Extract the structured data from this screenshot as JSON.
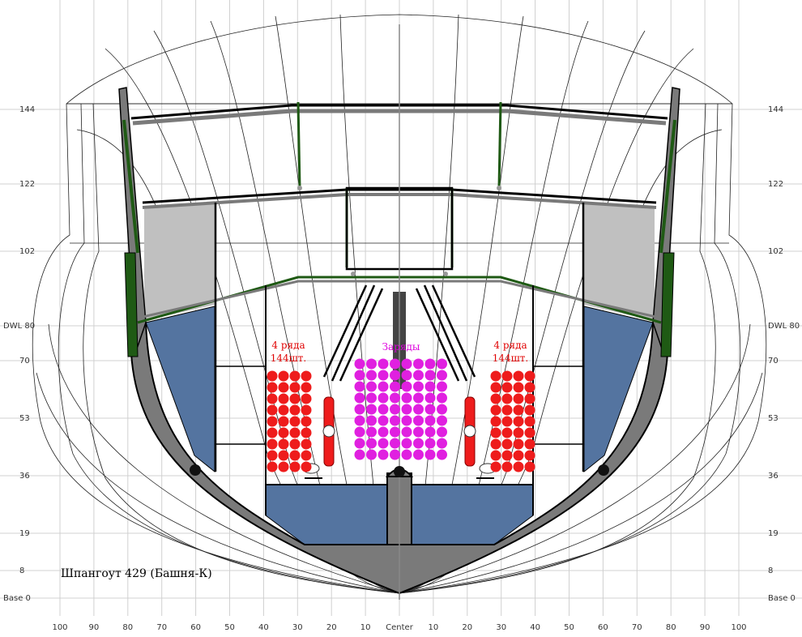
{
  "caption": "Шпангоут 429 (Башня-К)",
  "labels": {
    "left_magazine_line1": "4 ряда",
    "left_magazine_line2": "144шт.",
    "right_magazine_line1": "4 ряда",
    "right_magazine_line2": "144шт.",
    "charges": "Заряды"
  },
  "vertical_scale": [
    {
      "text": "144",
      "v": 144
    },
    {
      "text": "122",
      "v": 122
    },
    {
      "text": "102",
      "v": 102
    },
    {
      "text": "DWL 80",
      "v": 80
    },
    {
      "text": "70",
      "v": 70
    },
    {
      "text": "53",
      "v": 53
    },
    {
      "text": "36",
      "v": 36
    },
    {
      "text": "19",
      "v": 19
    },
    {
      "text": "8",
      "v": 8
    },
    {
      "text": "Base 0",
      "v": 0
    }
  ],
  "horizontal_scale": [
    {
      "text": "100",
      "v": -100
    },
    {
      "text": "90",
      "v": -90
    },
    {
      "text": "80",
      "v": -80
    },
    {
      "text": "70",
      "v": -70
    },
    {
      "text": "60",
      "v": -60
    },
    {
      "text": "50",
      "v": -50
    },
    {
      "text": "40",
      "v": -40
    },
    {
      "text": "30",
      "v": -30
    },
    {
      "text": "20",
      "v": -20
    },
    {
      "text": "10",
      "v": -10
    },
    {
      "text": "Center",
      "v": 0
    },
    {
      "text": "10",
      "v": 10
    },
    {
      "text": "20",
      "v": 20
    },
    {
      "text": "30",
      "v": 30
    },
    {
      "text": "40",
      "v": 40
    },
    {
      "text": "50",
      "v": 50
    },
    {
      "text": "60",
      "v": 60
    },
    {
      "text": "70",
      "v": 70
    },
    {
      "text": "80",
      "v": 80
    },
    {
      "text": "90",
      "v": 90
    },
    {
      "text": "100",
      "v": 100
    }
  ],
  "colors": {
    "hull": "#7a7a7a",
    "water": "#5474a0",
    "void": "#c0c0c0",
    "shells": "#ee1c1c",
    "charges": "#e020e0",
    "armor_green": "#1f5a14",
    "label_red": "#e00000",
    "label_magenta": "#dd00dd"
  }
}
